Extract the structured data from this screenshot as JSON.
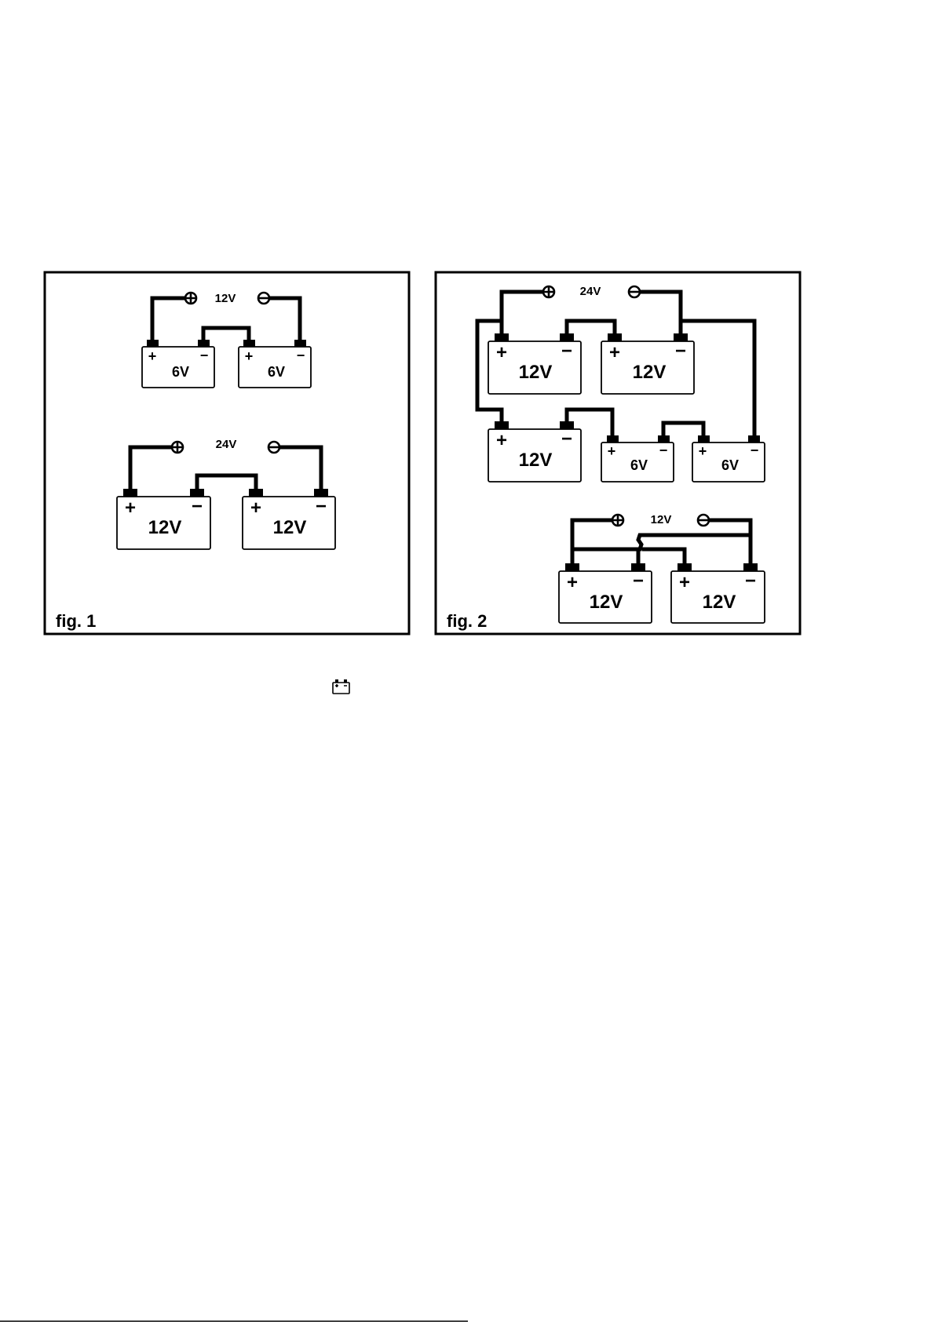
{
  "figures": [
    {
      "caption": "fig. 1",
      "circuits": [
        {
          "output_voltage": "12V",
          "batteries": [
            "6V",
            "6V"
          ]
        },
        {
          "output_voltage": "24V",
          "batteries": [
            "12V",
            "12V"
          ]
        }
      ]
    },
    {
      "caption": "fig. 2",
      "circuits": [
        {
          "output_voltage": "24V",
          "batteries": [
            "12V",
            "12V",
            "12V",
            "6V",
            "6V"
          ]
        },
        {
          "output_voltage": "12V",
          "batteries": [
            "12V",
            "12V"
          ]
        }
      ]
    }
  ],
  "terminal_labels": {
    "positive": "+",
    "negative": "−"
  },
  "icons": {
    "battery_symbol": "battery-icon",
    "positive_node": "plus-circle-icon",
    "negative_node": "minus-circle-icon"
  }
}
